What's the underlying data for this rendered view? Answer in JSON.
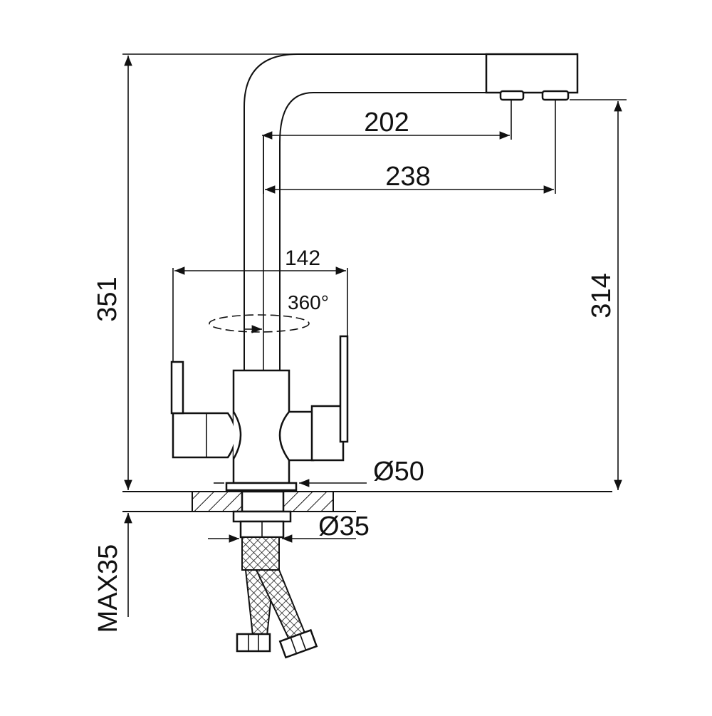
{
  "drawing": {
    "dimensions": {
      "total_height": "351",
      "spout_height": "314",
      "reach_filtered": "202",
      "reach_main": "238",
      "handle_span": "142",
      "rotation": "360°",
      "base_diameter": "Ø50",
      "hole_diameter": "Ø35",
      "max_deck_thickness": "MAX35"
    },
    "colors": {
      "line": "#111111",
      "background": "#ffffff"
    }
  }
}
